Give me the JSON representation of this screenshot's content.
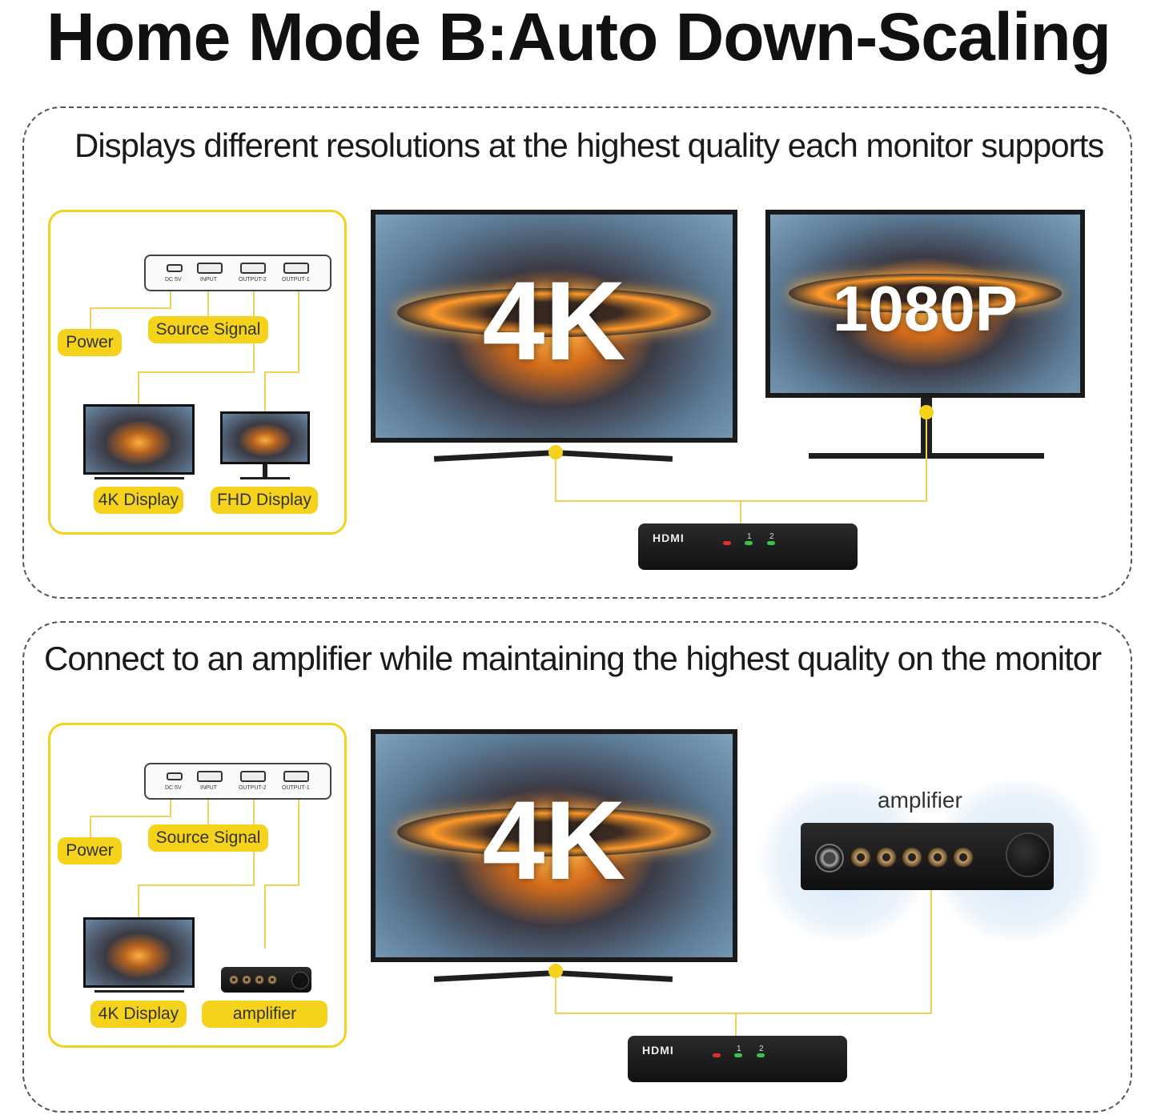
{
  "title": "Home Mode B:Auto Down-Scaling",
  "panel1": {
    "subtitle": "Displays different resolutions at the highest quality each monitor supports",
    "legend": {
      "ports": [
        "DC 5V",
        "INPUT",
        "OUTPUT-2",
        "OUTPUT-1"
      ],
      "power_label": "Power",
      "source_label": "Source Signal",
      "display1_label": "4K Display",
      "display2_label": "FHD Display"
    },
    "tv_label": "4K",
    "monitor_label": "1080P",
    "switch": {
      "logo": "HDMI",
      "leds": [
        "1",
        "2"
      ]
    }
  },
  "panel2": {
    "subtitle": "Connect to an amplifier while maintaining the highest quality on the monitor",
    "legend": {
      "ports": [
        "DC 5V",
        "INPUT",
        "OUTPUT-2",
        "OUTPUT-1"
      ],
      "power_label": "Power",
      "source_label": "Source Signal",
      "display1_label": "4K Display",
      "display2_label": "amplifier"
    },
    "tv_label": "4K",
    "amplifier_label": "amplifier",
    "switch": {
      "logo": "HDMI",
      "leds": [
        "1",
        "2"
      ]
    }
  },
  "colors": {
    "accent": "#f5d21c",
    "wire": "#f0d25a",
    "led_power": "#e03030",
    "led_on": "#3cc24a"
  }
}
